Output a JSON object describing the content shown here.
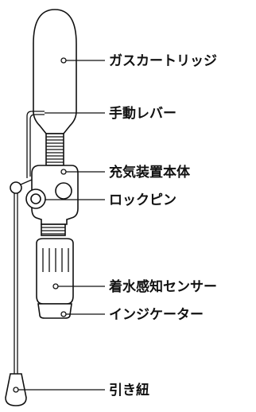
{
  "labels": {
    "gas_cartridge": "ガスカートリッジ",
    "manual_lever": "手動レバー",
    "inflator_body": "充気装置本体",
    "lock_pin": "ロックピン",
    "water_sensor": "着水感知センサー",
    "indicator": "インジケーター",
    "pull_cord": "引き紐"
  },
  "colors": {
    "line": "#111111",
    "background": "#ffffff"
  }
}
